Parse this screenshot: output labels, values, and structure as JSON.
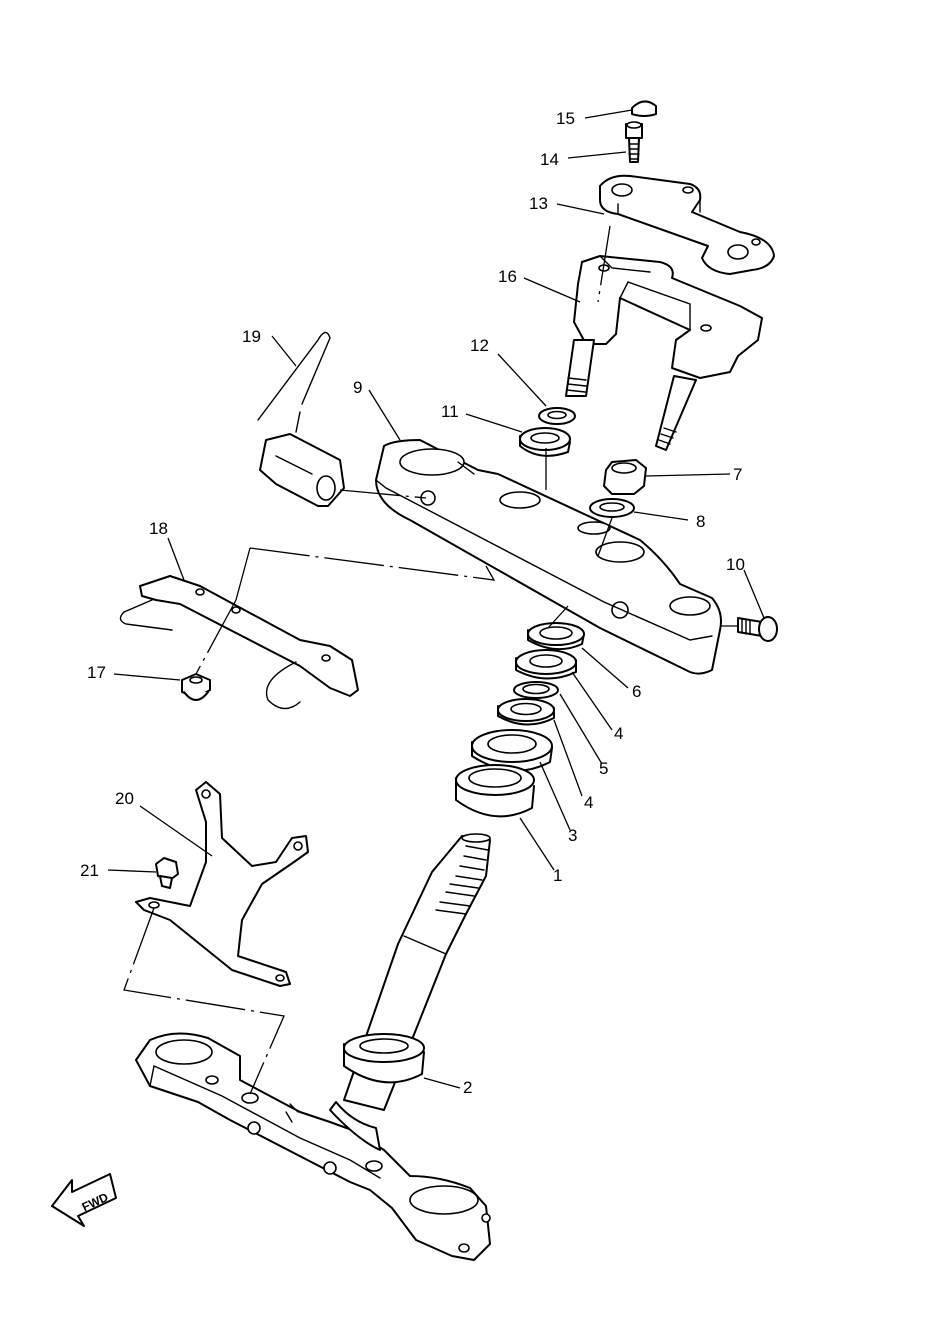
{
  "callouts": [
    {
      "id": "c15",
      "text": "15"
    },
    {
      "id": "c14",
      "text": "14"
    },
    {
      "id": "c13",
      "text": "13"
    },
    {
      "id": "c16",
      "text": "16"
    },
    {
      "id": "c12",
      "text": "12"
    },
    {
      "id": "c19",
      "text": "19"
    },
    {
      "id": "c9",
      "text": "9"
    },
    {
      "id": "c11",
      "text": "11"
    },
    {
      "id": "c7",
      "text": "7"
    },
    {
      "id": "c8",
      "text": "8"
    },
    {
      "id": "c18",
      "text": "18"
    },
    {
      "id": "c10",
      "text": "10"
    },
    {
      "id": "c6",
      "text": "6"
    },
    {
      "id": "c17",
      "text": "17"
    },
    {
      "id": "c4a",
      "text": "4"
    },
    {
      "id": "c5",
      "text": "5"
    },
    {
      "id": "c20",
      "text": "20"
    },
    {
      "id": "c4b",
      "text": "4"
    },
    {
      "id": "c3",
      "text": "3"
    },
    {
      "id": "c21",
      "text": "21"
    },
    {
      "id": "c1",
      "text": "1"
    },
    {
      "id": "c2",
      "text": "2"
    }
  ],
  "fwd_label": "FWD"
}
